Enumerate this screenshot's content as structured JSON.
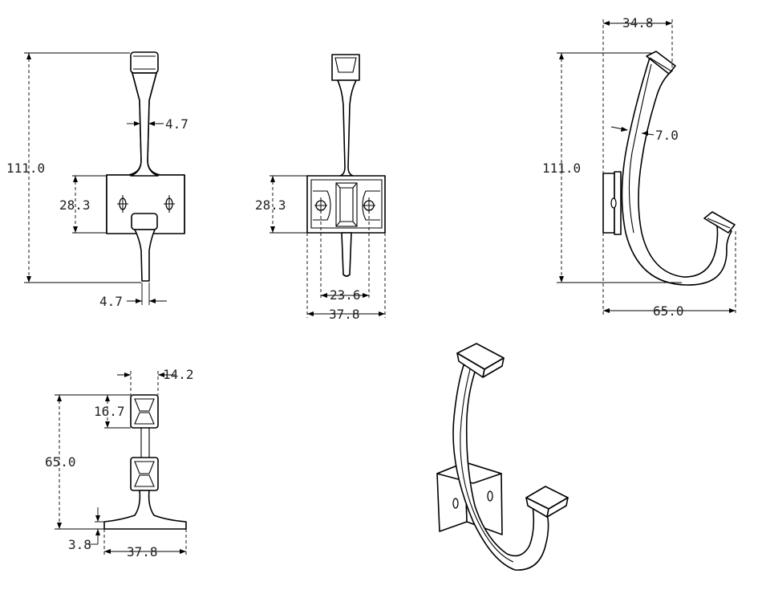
{
  "colors": {
    "line": "#000000",
    "text": "#222222",
    "background": "#ffffff"
  },
  "views": {
    "front": {
      "height": "111.0",
      "plate_height": "28.3",
      "stem_width": "4.7",
      "tip_width": "4.7"
    },
    "back": {
      "plate_height": "28.3",
      "hole_spacing": "23.6",
      "plate_width": "37.8"
    },
    "side": {
      "top_reach": "34.8",
      "height": "111.0",
      "thickness": "7.0",
      "depth": "65.0"
    },
    "top": {
      "head_width": "14.2",
      "head_length": "16.7",
      "length": "65.0",
      "base_thickness": "3.8",
      "base_width": "37.8"
    }
  }
}
